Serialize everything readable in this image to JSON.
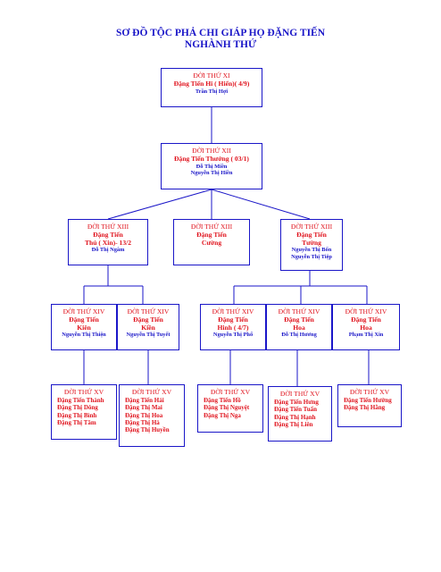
{
  "title": {
    "line1": "SƠ ĐỒ TỘC PHẢ CHI GIÁP  HỌ ĐẶNG TIẾN",
    "line2": "NGHÀNH THỨ"
  },
  "colors": {
    "line": "#1a16c8",
    "generation": "#e0141e",
    "spouse": "#1a16c8",
    "title": "#1a16c8"
  },
  "nodes": {
    "g11": {
      "generation": "ĐỜI THỨ XI",
      "name": [
        "Đặng Tiến Hi ( Hiển)( 4/9)"
      ],
      "spouse": [
        "Trần Thị Hợi"
      ]
    },
    "g12": {
      "generation": "ĐỜI THỨ XII",
      "name": [
        "Đặng Tiến Thưởng ( 03/1)"
      ],
      "spouse": [
        "Đỗ Thị  Miền",
        "Nguyễn Thị  Hiền"
      ]
    },
    "g13a": {
      "generation": "ĐỜI THỨ XIII",
      "name": [
        "Đặng Tiến",
        "Thú ( Xin)- 13/2"
      ],
      "spouse": [
        "Đỗ Thị  Ngâm"
      ]
    },
    "g13b": {
      "generation": "ĐỜI THỨ XIII",
      "name": [
        "Đặng Tiến",
        "Cường"
      ],
      "spouse": []
    },
    "g13c": {
      "generation": "ĐỜI THỨ XIII",
      "name": [
        "Đặng Tiến",
        "Tường"
      ],
      "spouse": [
        "Nguyễn Thị  Bốn",
        "Nguyễn Thị  Tiệp"
      ]
    },
    "g14a": {
      "generation": "ĐỜI THỨ XIV",
      "name": [
        "Đặng Tiến",
        "Kiên"
      ],
      "spouse": [
        "Nguyễn Thị  Thiện"
      ]
    },
    "g14b": {
      "generation": "ĐỜI THỨ XIV",
      "name": [
        "Đặng Tiến",
        "Kiền"
      ],
      "spouse": [
        "Nguyễn Thị  Tuyết"
      ]
    },
    "g14c": {
      "generation": "ĐỜI THỨ XIV",
      "name": [
        "Đặng Tiến",
        "Hinh ( 4/7)"
      ],
      "spouse": [
        "Nguyễn Thị  Phố"
      ]
    },
    "g14d": {
      "generation": "ĐỜI THỨ XIV",
      "name": [
        "Đặng Tiến",
        "Hoa"
      ],
      "spouse": [
        "Đỗ Thị  Hương"
      ]
    },
    "g14e": {
      "generation": "ĐỜI THỨ XIV",
      "name": [
        "Đặng Tiến",
        "Hoa"
      ],
      "spouse": [
        "Phạm Thị  Xin"
      ]
    },
    "g15a": {
      "generation": "ĐỜI THỨ XV",
      "children": [
        "Đặng Tiến Thành",
        "Đặng Thị Dông",
        "Đặng Thị Bình",
        "Đặng Thị Tâm"
      ]
    },
    "g15b": {
      "generation": "ĐỜI THỨ XV",
      "children": [
        "Đặng Tiến Hải",
        "Đặng Thị Mai",
        "Đặng Thị Hoa",
        "Đặng Thị Hà",
        "Đặng Thị Huyền"
      ]
    },
    "g15c": {
      "generation": "ĐỜI THỨ XV",
      "children": [
        "Đặng Tiến Hồ",
        "Đặng Thị Nguyệt",
        "Đặng Thị Nga"
      ]
    },
    "g15d": {
      "generation": "ĐỜI THỨ XV",
      "children": [
        "Đặng Tiến Hưng",
        "Đặng Tiến Tuấn",
        "Đặng Thị Hạnh",
        "Đặng Thị Liên"
      ]
    },
    "g15e": {
      "generation": "ĐỜI THỨ XV",
      "children": [
        "Đặng Tiến Hường",
        "Đặng Thị Hằng"
      ]
    }
  }
}
